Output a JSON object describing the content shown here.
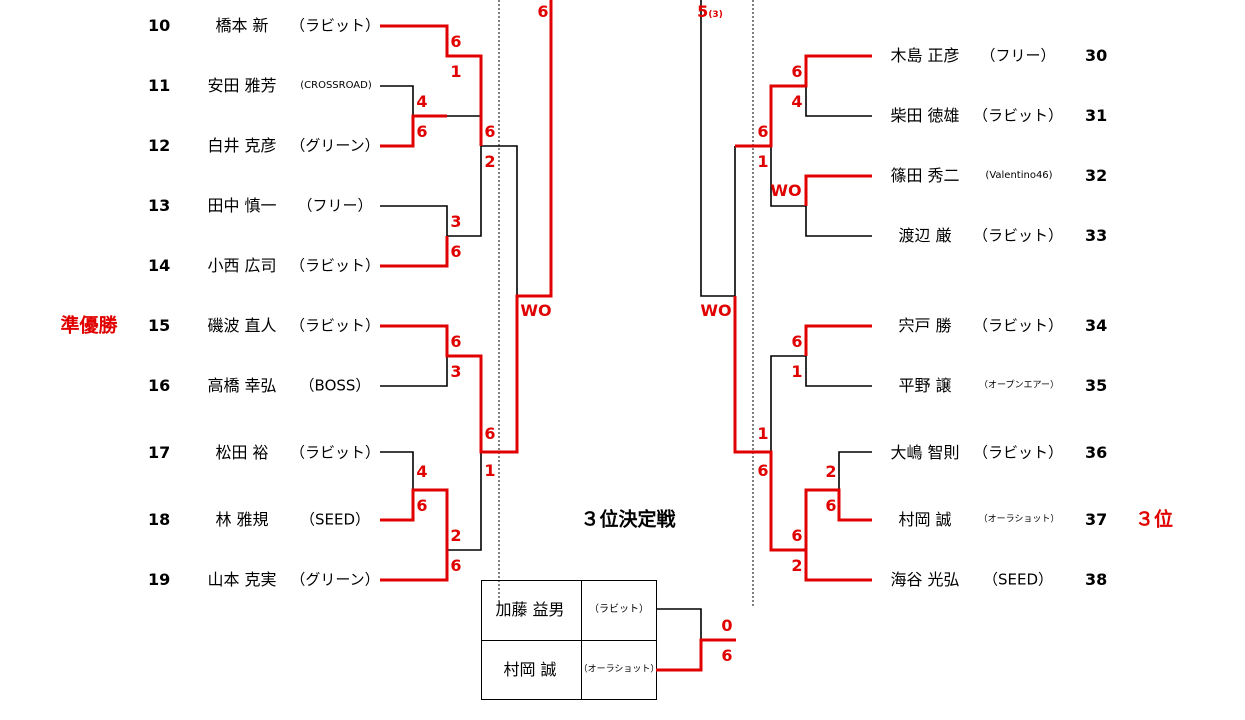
{
  "left_players": [
    {
      "seed": "10",
      "name": "橋本 新",
      "club": "（ラビット）"
    },
    {
      "seed": "11",
      "name": "安田 雅芳",
      "club": "(CROSSROAD)"
    },
    {
      "seed": "12",
      "name": "白井 克彦",
      "club": "（グリーン）"
    },
    {
      "seed": "13",
      "name": "田中 慎一",
      "club": "（フリー）"
    },
    {
      "seed": "14",
      "name": "小西 広司",
      "club": "（ラビット）"
    },
    {
      "seed": "15",
      "name": "磯波 直人",
      "club": "（ラビット）"
    },
    {
      "seed": "16",
      "name": "高橋 幸弘",
      "club": "（BOSS）"
    },
    {
      "seed": "17",
      "name": "松田 裕",
      "club": "（ラビット）"
    },
    {
      "seed": "18",
      "name": "林 雅規",
      "club": "（SEED）"
    },
    {
      "seed": "19",
      "name": "山本 克実",
      "club": "（グリーン）"
    }
  ],
  "right_players": [
    {
      "seed": "30",
      "name": "木島 正彦",
      "club": "（フリー）"
    },
    {
      "seed": "31",
      "name": "柴田 徳雄",
      "club": "（ラビット）"
    },
    {
      "seed": "32",
      "name": "篠田 秀二",
      "club": "(Valentino46)"
    },
    {
      "seed": "33",
      "name": "渡辺 厳",
      "club": "（ラビット）"
    },
    {
      "seed": "34",
      "name": "宍戸 勝",
      "club": "（ラビット）"
    },
    {
      "seed": "35",
      "name": "平野 譲",
      "club": "（オープンエアー）"
    },
    {
      "seed": "36",
      "name": "大嶋 智則",
      "club": "（ラビット）"
    },
    {
      "seed": "37",
      "name": "村岡 誠",
      "club": "（オーラショット）"
    },
    {
      "seed": "38",
      "name": "海谷 光弘",
      "club": "（SEED）"
    }
  ],
  "scores": {
    "l1": "6",
    "l2": "1",
    "l3": "4",
    "l4": "6",
    "l5": "3",
    "l6": "6",
    "l7": "6",
    "l8": "2",
    "l9": "6",
    "l10": "3",
    "l11": "4",
    "l12": "6",
    "l13": "2",
    "l14": "6",
    "l15": "6",
    "l16": "1",
    "l17": "WO",
    "l18": "6",
    "r1": "6",
    "r2": "4",
    "r3": "6",
    "r4": "1",
    "r5": "WO",
    "r6": "6",
    "r7": "1",
    "r8": "1",
    "r9": "6",
    "r10": "2",
    "r11": "6",
    "r12": "6",
    "r13": "2",
    "r14": "WO",
    "r15": "5",
    "r15_sub": "(3)",
    "third_top": "0",
    "third_bottom": "6"
  },
  "labels": {
    "runner_up": "準優勝",
    "third_place": "３位",
    "third_place_match": "３位決定戦"
  },
  "third_place_match": {
    "players": [
      {
        "name": "加藤 益男",
        "club": "（ラビット）"
      },
      {
        "name": "村岡 誠",
        "club": "（オーラショット）"
      }
    ]
  },
  "colors": {
    "winner_line": "#e00000",
    "line": "#000000"
  }
}
